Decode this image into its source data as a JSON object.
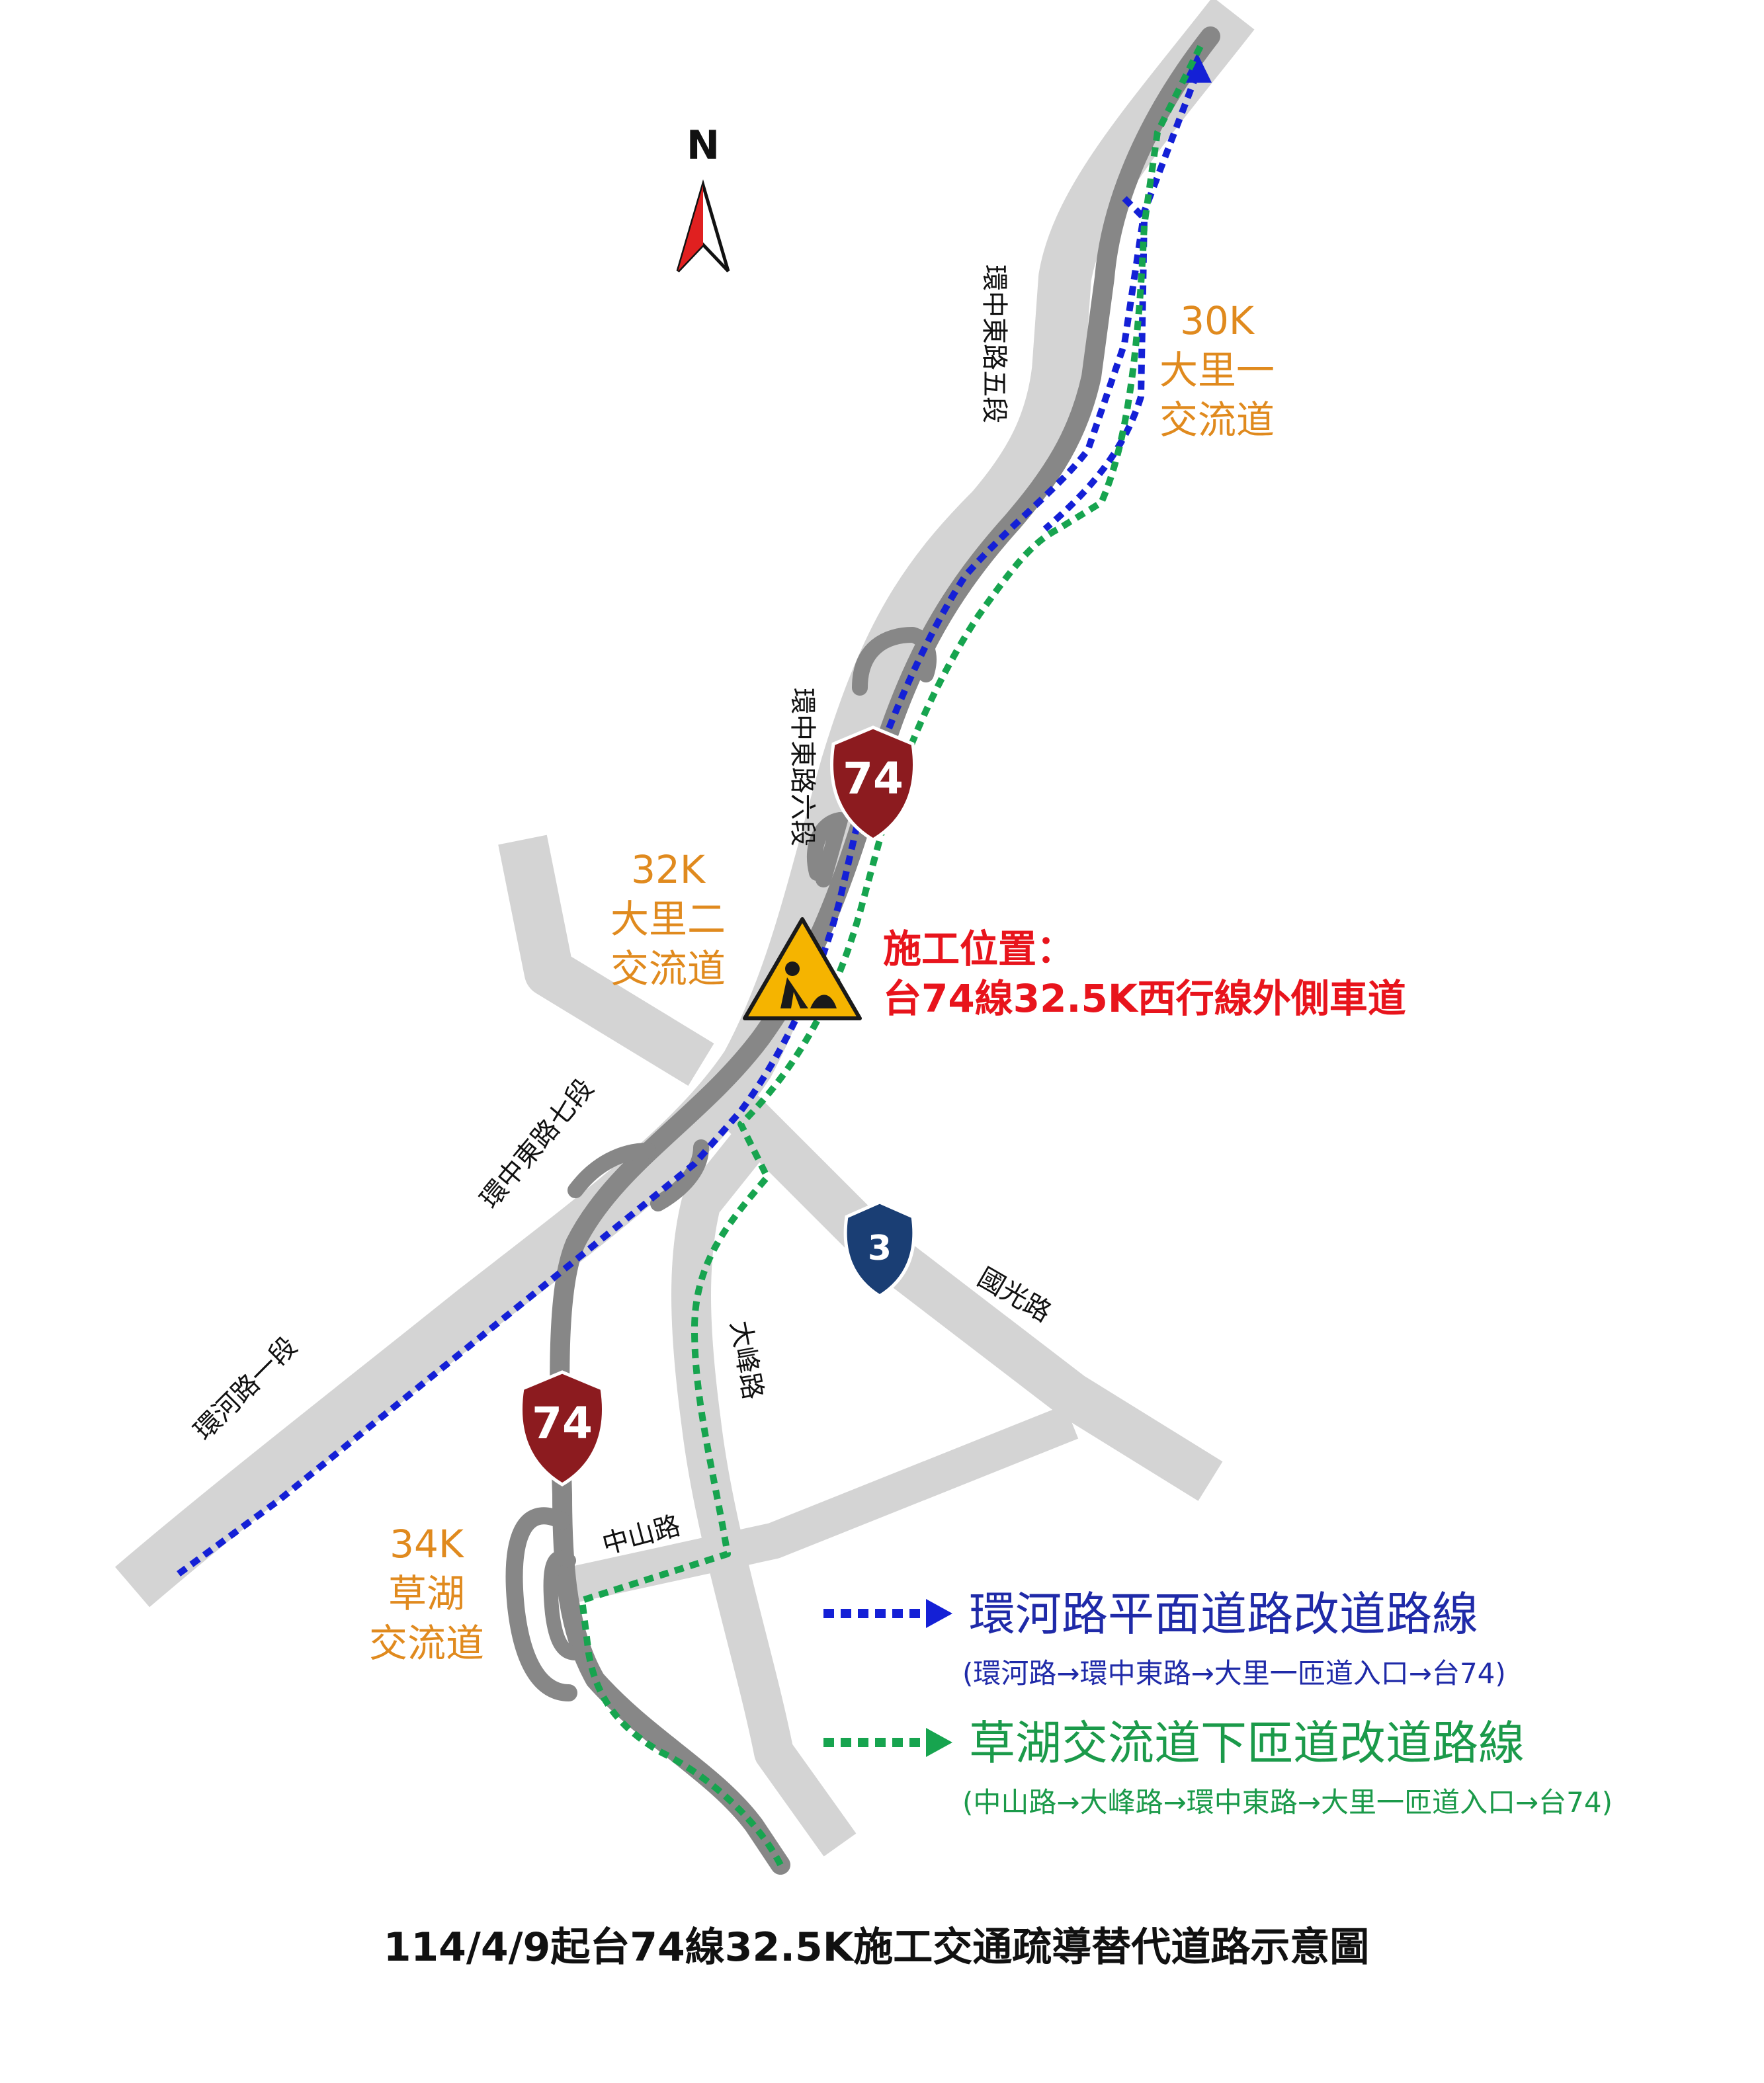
{
  "north_label": "N",
  "roads": {
    "huanzhong_east_5": "環中東路五段",
    "huanzhong_east_6": "環中東路六段",
    "huanzhong_east_7": "環中東路七段",
    "huanhe_1": "環河路一段",
    "guoguang": "國光路",
    "dafeng": "大峰路",
    "zhongshan": "中山路"
  },
  "interchanges": {
    "dali1": {
      "km": "30K",
      "name1": "大里一",
      "name2": "交流道"
    },
    "dali2": {
      "km": "32K",
      "name1": "大里二",
      "name2": "交流道"
    },
    "caohu": {
      "km": "34K",
      "name1": "草湖",
      "name2": "交流道"
    }
  },
  "work_site": {
    "title": "施工位置：",
    "detail": "台74線32.5K西行線外側車道"
  },
  "shields": {
    "provincial_upper": "74",
    "provincial_lower": "74",
    "national": "3"
  },
  "legend": {
    "blue_title": "環河路平面道路改道路線",
    "blue_route": "(環河路→環中東路→大里一匝道入口→台74)",
    "green_title": "草湖交流道下匝道改道路線",
    "green_route": "(中山路→大峰路→環中東路→大里一匝道入口→台74)"
  },
  "caption": "114/4/9起台74線32.5K施工交通疏導替代道路示意圖",
  "colors": {
    "road_light": "#d4d4d4",
    "highway_dark": "#878787",
    "blue_route": "#1420d6",
    "green_route": "#17a44f",
    "interchange_label": "#e08a1e",
    "work_label": "#e8141c",
    "shield_red": "#8c1b1f",
    "shield_navy": "#1a3e74"
  }
}
